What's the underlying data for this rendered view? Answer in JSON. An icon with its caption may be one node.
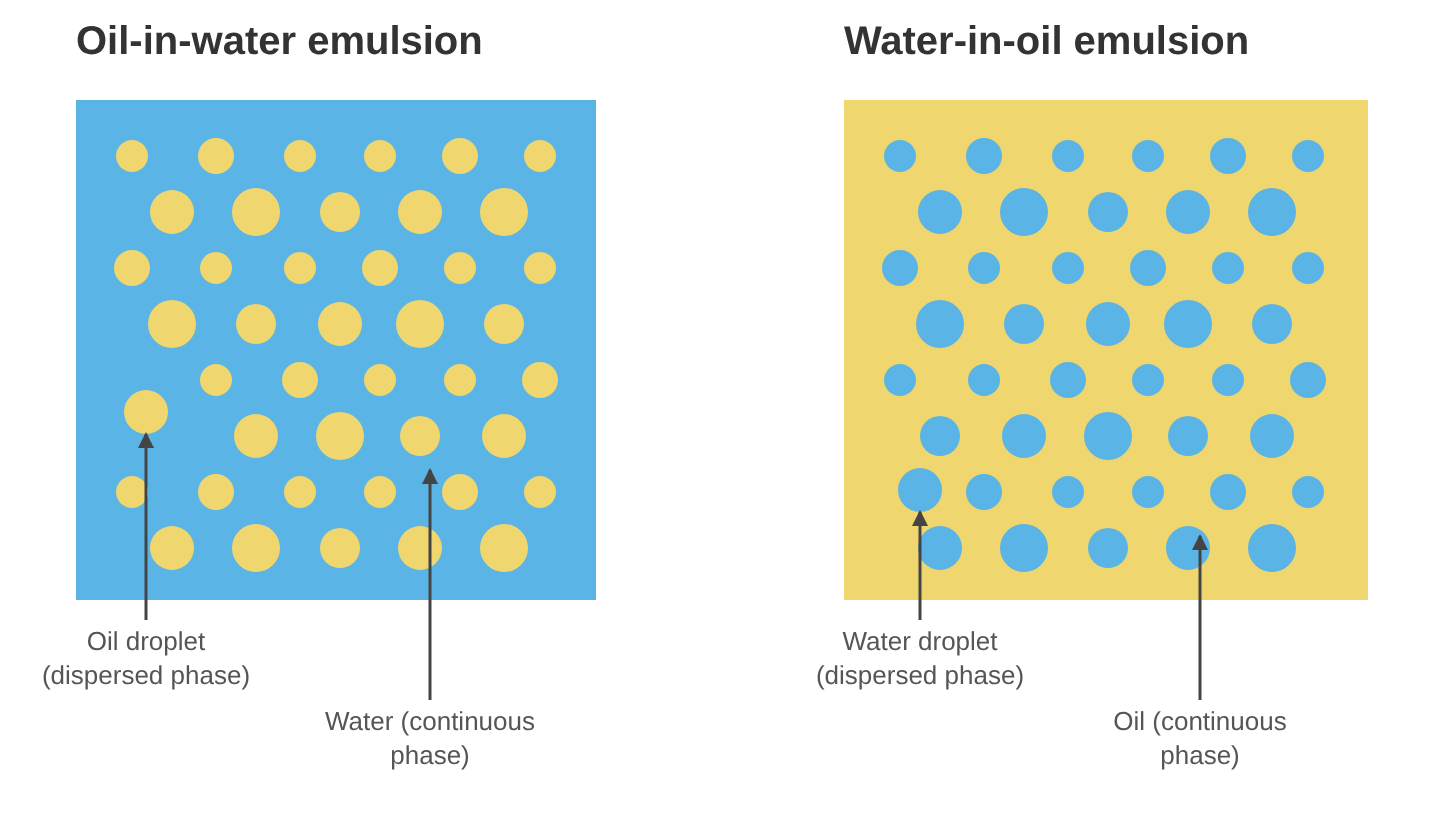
{
  "diagram": {
    "nodes": [
      {
        "text": [
          "Oil-in-water emulsion"
        ]
      },
      {
        "text": [],
        "shape": "circle",
        "in": 0
      },
      {
        "text": [
          "Oil droplet (dispersed phase)"
        ]
      },
      {
        "text": [
          "Water (continuous phase)"
        ]
      },
      {
        "text": [
          "Water-in-oil emulsion"
        ]
      },
      {
        "text": [],
        "shape": "circle",
        "in": 4
      },
      {
        "text": [
          "Water droplet (dispersed phase)"
        ]
      },
      {
        "text": [
          "Oil (continuous phase)"
        ]
      }
    ],
    "edges": [
      {
        "from": 2,
        "to": 1,
        "arrow": "to"
      },
      {
        "from": 3,
        "to": 0,
        "arrow": "to"
      },
      {
        "from": 6,
        "to": 5,
        "arrow": "to"
      },
      {
        "from": 7,
        "to": 4,
        "arrow": "to"
      }
    ]
  }
}
